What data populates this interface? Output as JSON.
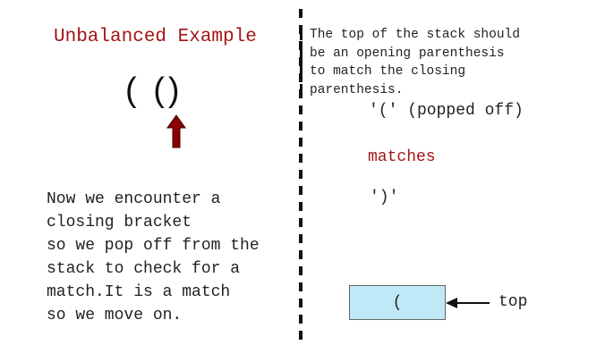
{
  "left_panel": {
    "title": "Unbalanced Example",
    "expression": "( ()",
    "explanation": "Now we encounter a\nclosing bracket\nso we pop off from the\nstack to check for a\nmatch.It is a match\nso we move on."
  },
  "right_panel": {
    "note": "The top of the stack should\nbe an opening parenthesis\nto match the closing\nparenthesis.",
    "popped_text": "'(' (popped off)",
    "matches_text": "matches",
    "closing_text": "')'",
    "stack": {
      "items": [
        "("
      ],
      "top_label": "top"
    }
  },
  "colors": {
    "title": "#a31515",
    "matches": "#a31515",
    "arrow": "#8b0000",
    "stack_fill": "#bfe9f7"
  },
  "icons": {
    "current_char_pointer": "up-arrow-icon",
    "top_pointer": "left-arrow-icon"
  }
}
